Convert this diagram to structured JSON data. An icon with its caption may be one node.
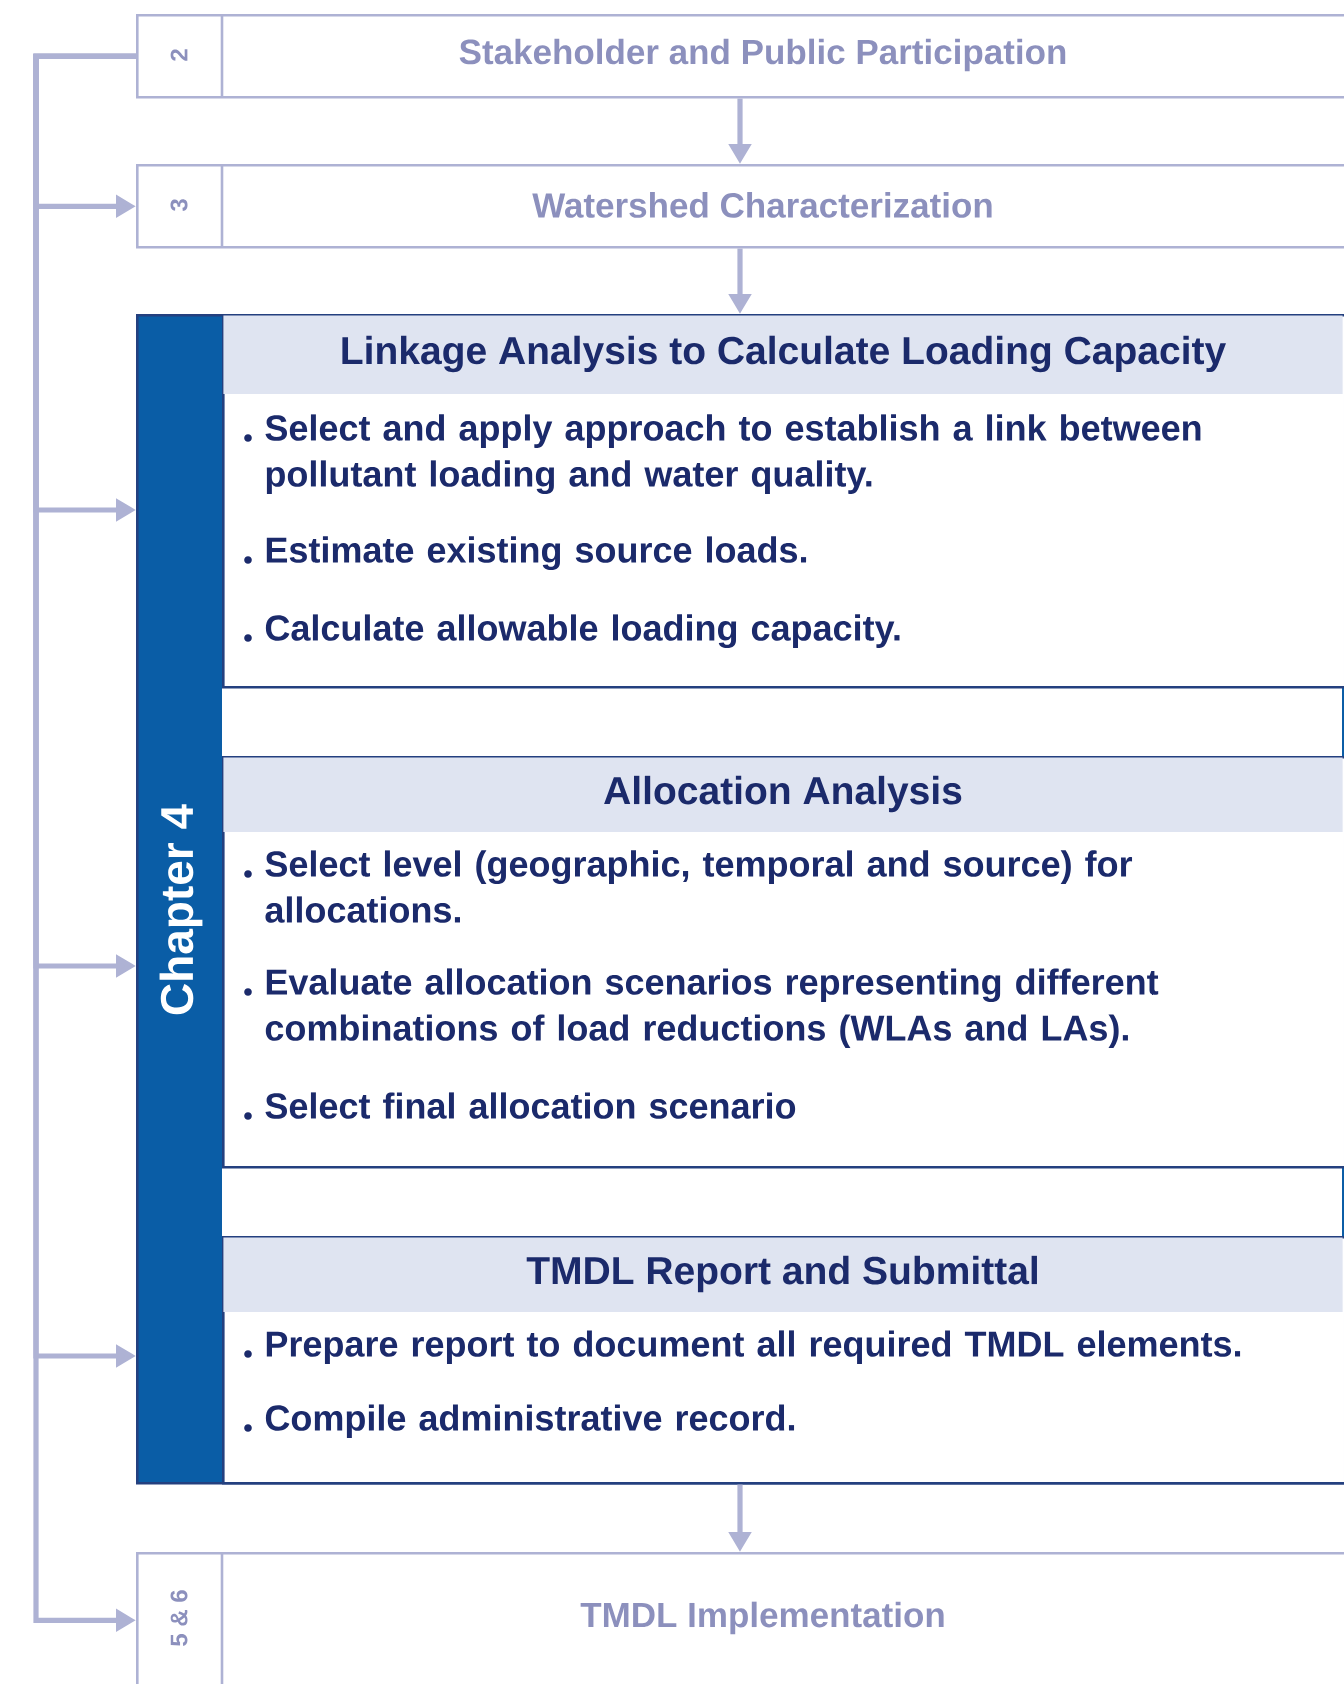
{
  "diagram": {
    "nodes": [
      {
        "text": [
          "2",
          "Stakeholder and Public Participation"
        ]
      },
      {
        "text": [
          "3",
          "Watershed Characterization"
        ]
      },
      {
        "text": [
          "Chapter 4"
        ]
      },
      {
        "text": [
          "Linkage Analysis to Calculate Loading Capacity",
          "Select and apply approach to establish a link between pollutant loading and water quality.",
          "Estimate existing source loads.",
          "Calculate allowable loading capacity."
        ],
        "in": 2
      },
      {
        "text": [
          "Allocation Analysis",
          "Select level (geographic, temporal and source) for allocations.",
          "Evaluate allocation scenarios representing different combinations of load reductions (WLAs and LAs).",
          "Select final allocation scenario"
        ],
        "in": 2
      },
      {
        "text": [
          "TMDL Report and Submittal",
          "Prepare report to document all required TMDL elements.",
          "Compile administrative record."
        ],
        "in": 2
      },
      {
        "text": [
          "5 & 6",
          "TMDL Implementation"
        ]
      }
    ],
    "edges": [
      {
        "from": 0,
        "to": 1,
        "arrow": "to"
      },
      {
        "from": 1,
        "to": 3,
        "arrow": "to"
      },
      {
        "from": 5,
        "to": 6,
        "arrow": "to"
      },
      {
        "from": 0,
        "to": 1,
        "arrow": "to"
      },
      {
        "from": 0,
        "to": 2,
        "arrow": "to"
      },
      {
        "from": 0,
        "to": 2,
        "arrow": "to"
      },
      {
        "from": 0,
        "to": 2,
        "arrow": "to"
      },
      {
        "from": 0,
        "to": 6,
        "arrow": "to"
      }
    ]
  }
}
